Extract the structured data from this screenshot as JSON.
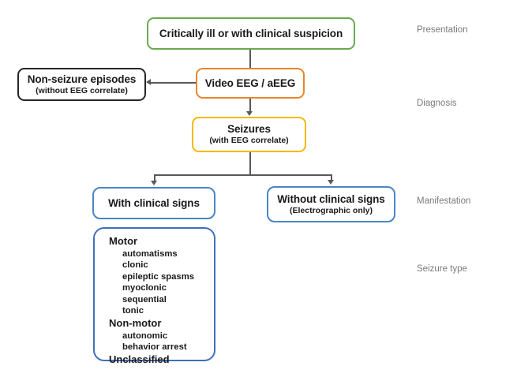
{
  "diagram": {
    "title": "Neonatal seizure classification flowchart",
    "colors": {
      "presentation_border": "#6aa84f",
      "tool_border": "#e8862b",
      "nonseizure_border": "#262626",
      "seizures_border": "#f5b800",
      "manifestation_border": "#4a86c8",
      "seizure_type_border": "#3f6fbd",
      "connector": "#595959",
      "stage_label": "#7a7a7a"
    },
    "nodes": {
      "presentation": {
        "title": "Critically ill or with clinical suspicion"
      },
      "diagnosis_tool": {
        "title": "Video EEG / aEEG"
      },
      "non_seizure": {
        "title": "Non-seizure episodes",
        "subtitle": "(without EEG correlate)"
      },
      "seizures": {
        "title": "Seizures",
        "subtitle": "(with EEG correlate)"
      },
      "with_clinical_signs": {
        "title": "With clinical signs"
      },
      "without_clinical_signs": {
        "title": "Without clinical signs",
        "subtitle": "(Electrographic only)"
      },
      "seizure_type": {
        "groups": [
          {
            "category": "Motor",
            "items": [
              "automatisms",
              "clonic",
              "epileptic spasms",
              "myoclonic",
              "sequential",
              "tonic"
            ]
          },
          {
            "category": "Non-motor",
            "items": [
              "autonomic",
              "behavior arrest"
            ]
          },
          {
            "category": "Unclassified",
            "items": []
          }
        ]
      }
    },
    "stage_labels": {
      "presentation": "Presentation",
      "diagnosis": "Diagnosis",
      "manifestation": "Manifestation",
      "seizure_type": "Seizure type"
    }
  }
}
